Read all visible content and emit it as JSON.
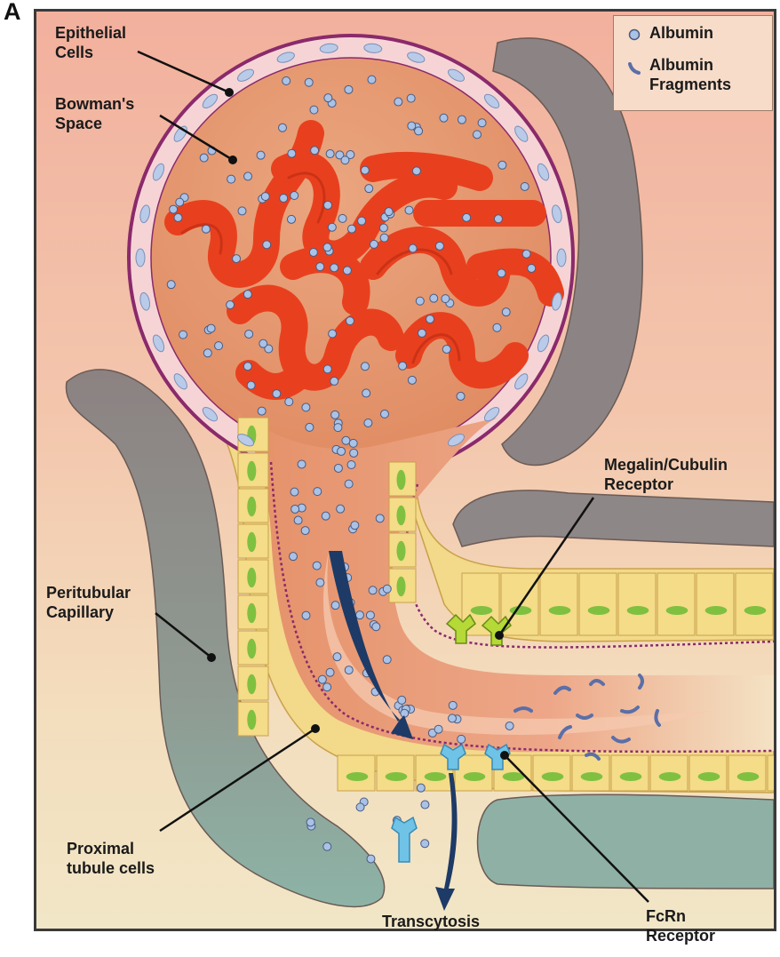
{
  "panel_letter": "A",
  "legend": {
    "albumin": "Albumin",
    "fragments": "Albumin\nFragments"
  },
  "labels": {
    "epithelial": "Epithelial\nCells",
    "bowman": "Bowman's\nSpace",
    "megalin": "Megalin/Cubulin\nReceptor",
    "peritubular": "Peritubular\nCapillary",
    "proximal": "Proximal\ntubule cells",
    "transcytosis": "Transcytosis",
    "fcrn": "FcRn\nReceptor"
  },
  "colors": {
    "background_top": "#f2b7a3",
    "background_bottom": "#f3e7c3",
    "capillary_gray": "#8d8585",
    "capillary_teal": "#8fb3a8",
    "lumen": "#e69a73",
    "glomerulus_red": "#e8401e",
    "albumin_blue": "#a9c2e6",
    "tubule_cell": "#f4dd8a",
    "nucleus_green": "#7fc040",
    "membrane_magenta": "#8a2a6b",
    "receptor_green": "#b5d936",
    "receptor_blue": "#6fc3e6",
    "arrow_navy": "#1e3a66"
  }
}
